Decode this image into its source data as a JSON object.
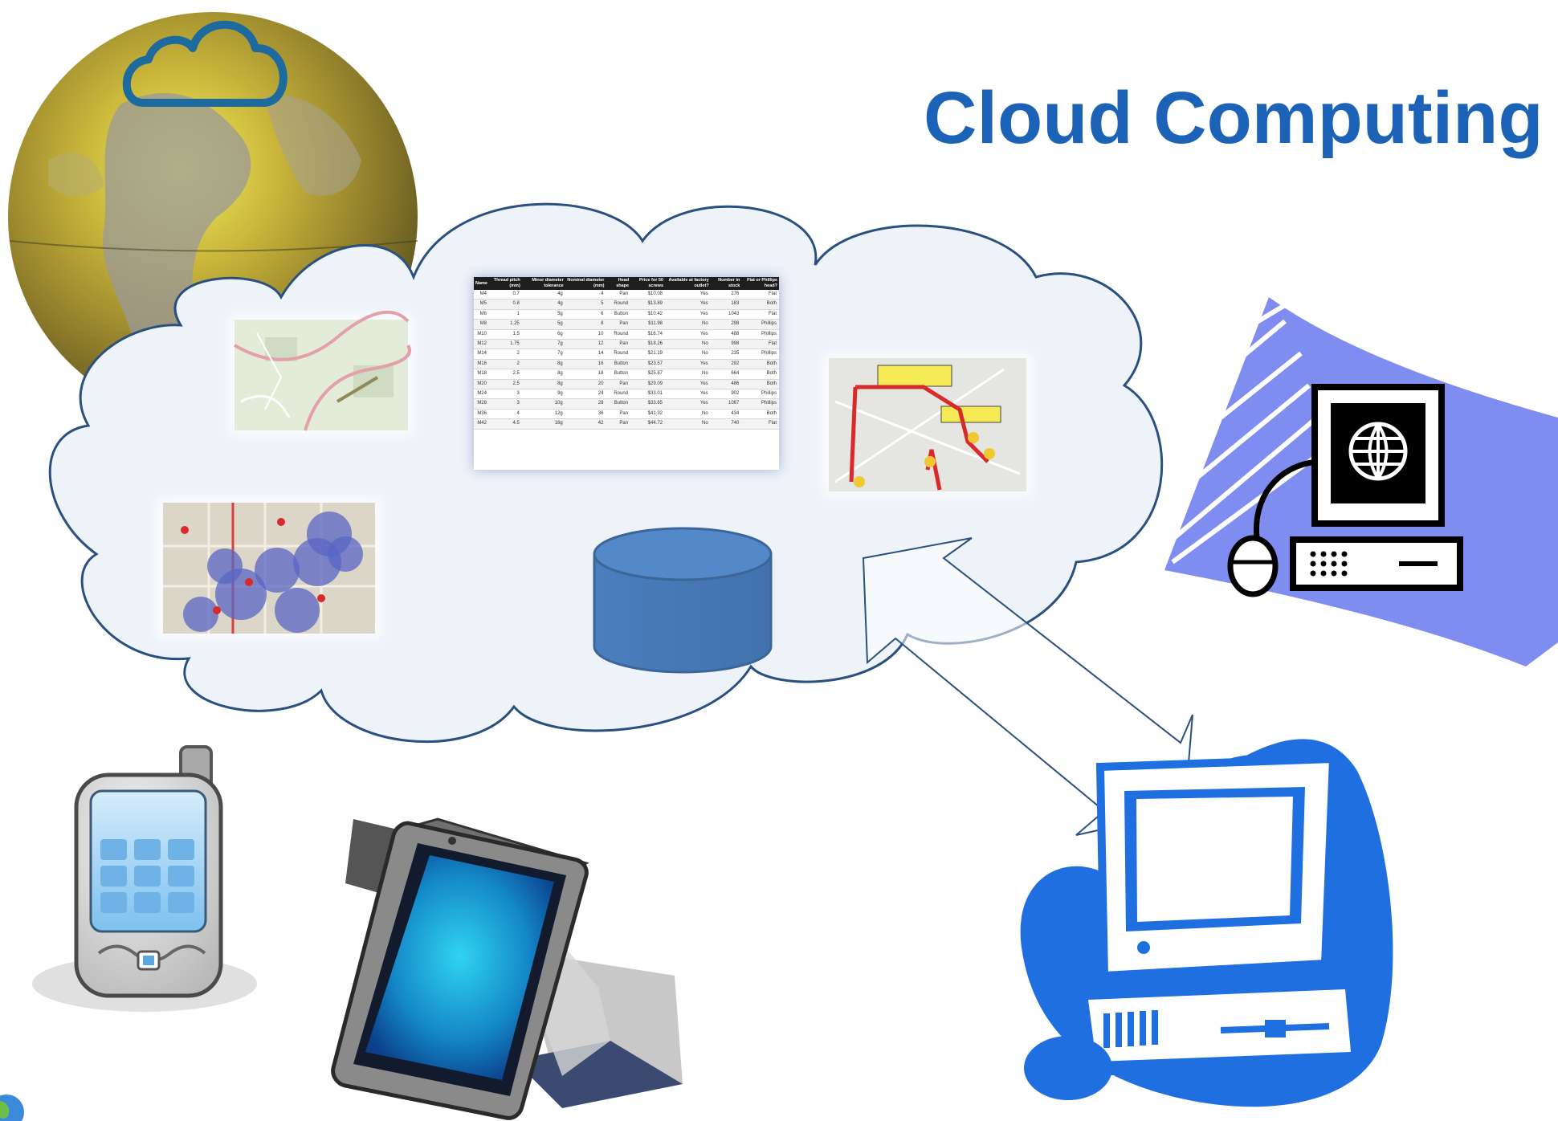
{
  "title": "Cloud Computing",
  "colors": {
    "title": "#1c63b7",
    "cloud_fill": "#eef3fa",
    "cloud_stroke": "#2a5080",
    "database": "#4a7ebd",
    "computer_blue": "#1f6fe0",
    "waves": "#7f8cf0"
  },
  "icons": [
    "globe-icon",
    "cloud-logo-icon",
    "map-thumbnail",
    "data-table-thumbnail",
    "route-map-thumbnail",
    "coverage-map-thumbnail",
    "database-icon",
    "double-arrow-icon",
    "workstation-icon",
    "desktop-computer-icon",
    "mobile-phone-icon",
    "tablet-icon"
  ],
  "data_table": {
    "headers": [
      "Name",
      "Thread pitch (mm)",
      "Minor diameter tolerance",
      "Nominal diameter (mm)",
      "Head shape",
      "Price for 50 screws",
      "Available at factory outlet?",
      "Number in stock",
      "Flat or Phillips head?"
    ],
    "rows": [
      [
        "M4",
        "0.7",
        "4g",
        "4",
        "Pan",
        "$10.08",
        "Yes",
        "276",
        "Flat"
      ],
      [
        "M5",
        "0.8",
        "4g",
        "5",
        "Round",
        "$13.89",
        "Yes",
        "183",
        "Both"
      ],
      [
        "M6",
        "1",
        "5g",
        "6",
        "Button",
        "$10.42",
        "Yes",
        "1043",
        "Flat"
      ],
      [
        "M8",
        "1.25",
        "5g",
        "8",
        "Pan",
        "$11.98",
        "No",
        "298",
        "Phillips"
      ],
      [
        "M10",
        "1.5",
        "6g",
        "10",
        "Round",
        "$16.74",
        "Yes",
        "488",
        "Phillips"
      ],
      [
        "M12",
        "1.75",
        "7g",
        "12",
        "Pan",
        "$18.26",
        "No",
        "998",
        "Flat"
      ],
      [
        "M14",
        "2",
        "7g",
        "14",
        "Round",
        "$21.19",
        "No",
        "235",
        "Phillips"
      ],
      [
        "M16",
        "2",
        "8g",
        "16",
        "Button",
        "$23.57",
        "Yes",
        "292",
        "Both"
      ],
      [
        "M18",
        "2.5",
        "8g",
        "18",
        "Button",
        "$25.87",
        "No",
        "664",
        "Both"
      ],
      [
        "M20",
        "2.5",
        "8g",
        "20",
        "Pan",
        "$29.09",
        "Yes",
        "486",
        "Both"
      ],
      [
        "M24",
        "3",
        "9g",
        "24",
        "Round",
        "$33.01",
        "Yes",
        "902",
        "Phillips"
      ],
      [
        "M28",
        "3",
        "10g",
        "28",
        "Button",
        "$33.65",
        "Yes",
        "1067",
        "Phillips"
      ],
      [
        "M36",
        "4",
        "12g",
        "36",
        "Pan",
        "$41.32",
        "No",
        "434",
        "Both"
      ],
      [
        "M42",
        "4.5",
        "16g",
        "42",
        "Pan",
        "$44.72",
        "No",
        "740",
        "Flat"
      ]
    ]
  }
}
